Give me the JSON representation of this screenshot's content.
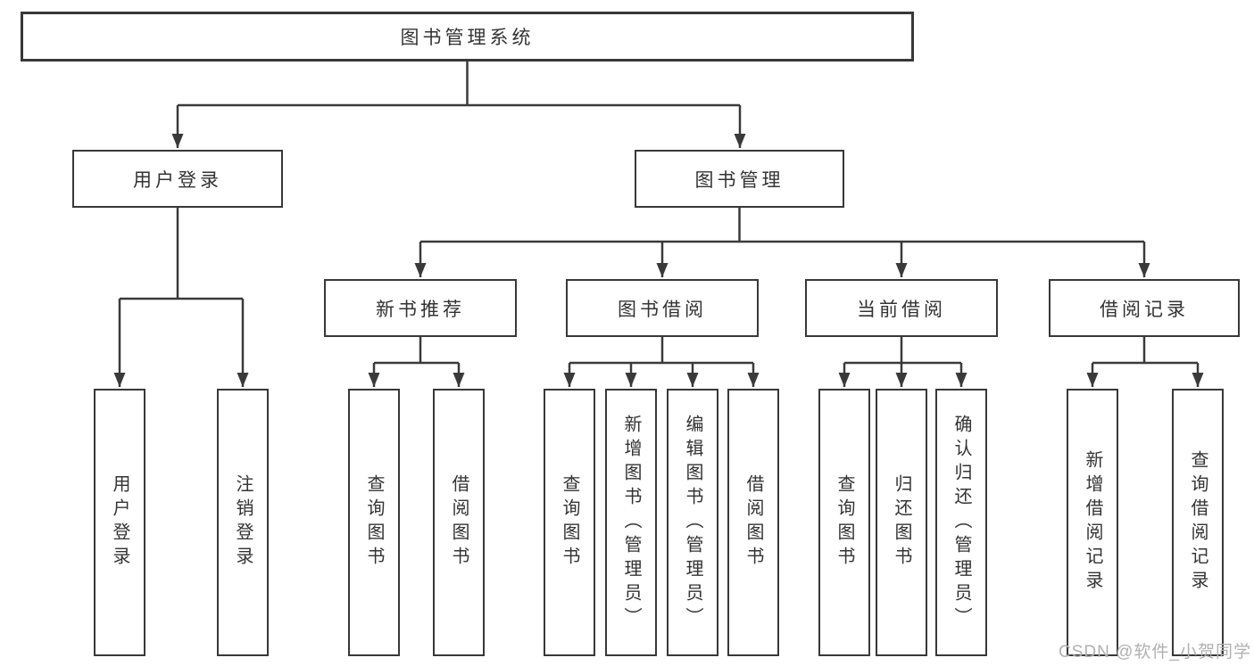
{
  "diagram_title": "图书管理系统",
  "watermark": "CSDN @软件_小贺同学",
  "colors": {
    "background": "#ffffff",
    "line": "#3a3a3a",
    "box_border": "#383838",
    "text": "#333333",
    "watermark_text": "#b0b0b0"
  },
  "nodes": {
    "root": {
      "label": "图书管理系统",
      "level": 1
    },
    "user_login": {
      "label": "用户登录",
      "level": 2,
      "parent": "root"
    },
    "book_mgmt": {
      "label": "图书管理",
      "level": 2,
      "parent": "root"
    },
    "new_book_rec": {
      "label": "新书推荐",
      "level": 3,
      "parent": "book_mgmt"
    },
    "book_borrow": {
      "label": "图书借阅",
      "level": 3,
      "parent": "book_mgmt"
    },
    "current_borrow": {
      "label": "当前借阅",
      "level": 3,
      "parent": "book_mgmt"
    },
    "borrow_record": {
      "label": "借阅记录",
      "level": 3,
      "parent": "book_mgmt"
    },
    "login": {
      "label": "用户登录",
      "level": 4,
      "parent": "user_login"
    },
    "logout": {
      "label": "注销登录",
      "level": 4,
      "parent": "user_login"
    },
    "rec_query_book": {
      "label": "查询图书",
      "level": 4,
      "parent": "new_book_rec"
    },
    "rec_borrow_book": {
      "label": "借阅图书",
      "level": 4,
      "parent": "new_book_rec"
    },
    "bb_query_book": {
      "label": "查询图书",
      "level": 4,
      "parent": "book_borrow"
    },
    "bb_add_book": {
      "label": "新增图书（管理员）",
      "level": 4,
      "parent": "book_borrow"
    },
    "bb_edit_book": {
      "label": "编辑图书（管理员）",
      "level": 4,
      "parent": "book_borrow"
    },
    "bb_borrow_book": {
      "label": "借阅图书",
      "level": 4,
      "parent": "book_borrow"
    },
    "cb_query_book": {
      "label": "查询图书",
      "level": 4,
      "parent": "current_borrow"
    },
    "cb_return_book": {
      "label": "归还图书",
      "level": 4,
      "parent": "current_borrow"
    },
    "cb_confirm_return": {
      "label": "确认归还（管理员）",
      "level": 4,
      "parent": "current_borrow"
    },
    "br_add_record": {
      "label": "新增借阅记录",
      "level": 4,
      "parent": "borrow_record"
    },
    "br_query_record": {
      "label": "查询借阅记录",
      "level": 4,
      "parent": "borrow_record"
    }
  },
  "structure": {
    "root": [
      "user_login",
      "book_mgmt"
    ],
    "user_login": [
      "login",
      "logout"
    ],
    "book_mgmt": [
      "new_book_rec",
      "book_borrow",
      "current_borrow",
      "borrow_record"
    ],
    "new_book_rec": [
      "rec_query_book",
      "rec_borrow_book"
    ],
    "book_borrow": [
      "bb_query_book",
      "bb_add_book",
      "bb_edit_book",
      "bb_borrow_book"
    ],
    "current_borrow": [
      "cb_query_book",
      "cb_return_book",
      "cb_confirm_return"
    ],
    "borrow_record": [
      "br_add_record",
      "br_query_record"
    ]
  }
}
